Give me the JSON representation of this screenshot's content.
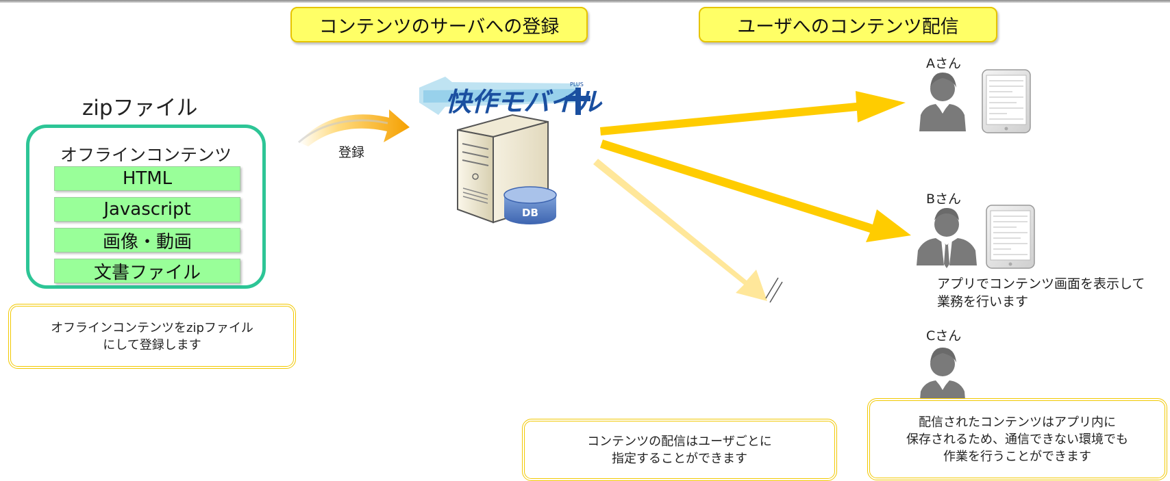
{
  "headers": {
    "registration": "コンテンツのサーバへの登録",
    "distribution": "ユーザへのコンテンツ配信"
  },
  "zip": {
    "title": "zipファイル",
    "box_title": "オフラインコンテンツ",
    "items": [
      "HTML",
      "Javascript",
      "画像・動画",
      "文書ファイル"
    ]
  },
  "notes": {
    "zip_note": "オフラインコンテンツをzipファイル\nにして登録します",
    "per_user_note": "コンテンツの配信はユーザごとに\n指定することができます",
    "offline_note": "配信されたコンテンツはアプリ内に\n保存されるため、通信できない環境でも\n作業を行うことができます"
  },
  "register_label": "登録",
  "server": {
    "logo_text": "快作モバイル",
    "logo_plus": "PLUS",
    "db_label": "DB"
  },
  "users": {
    "a": "Aさん",
    "b": "Bさん",
    "c": "Cさん"
  },
  "b_description": "アプリでコンテンツ画面を表示して\n業務を行います",
  "colors": {
    "header_fill": "#ffff66",
    "arrow": "#ffcc00",
    "arrow_faded": "#ffe79a",
    "zip_border": "#2dc596",
    "file_fill": "#99ff99",
    "person": "#7a7a7a"
  }
}
